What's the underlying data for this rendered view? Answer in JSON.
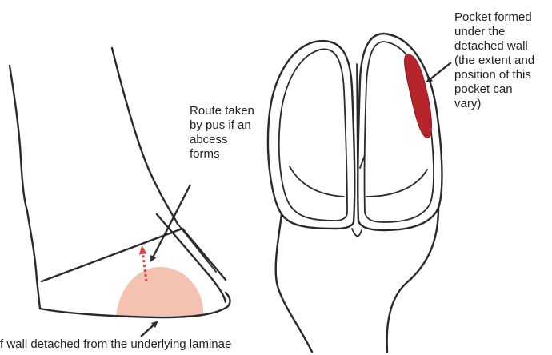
{
  "labels": {
    "route": "Route taken\nby pus if an\nabcess\nforms",
    "pocket": "Pocket formed\nunder the\ndetached wall\n(the extent and\nposition of this\npocket can\nvary)",
    "bottom": "f wall detached from the underlying laminae"
  },
  "icons": {
    "pointer": "arrow-pointer-icon",
    "pus_route": "dashed-arrow-icon"
  },
  "colors": {
    "outline": "#2a2a2a",
    "detached_area": "#f3c2b1",
    "pus_route_arrow": "#d9483e",
    "pocket": "#b5232b",
    "text": "#222222"
  }
}
